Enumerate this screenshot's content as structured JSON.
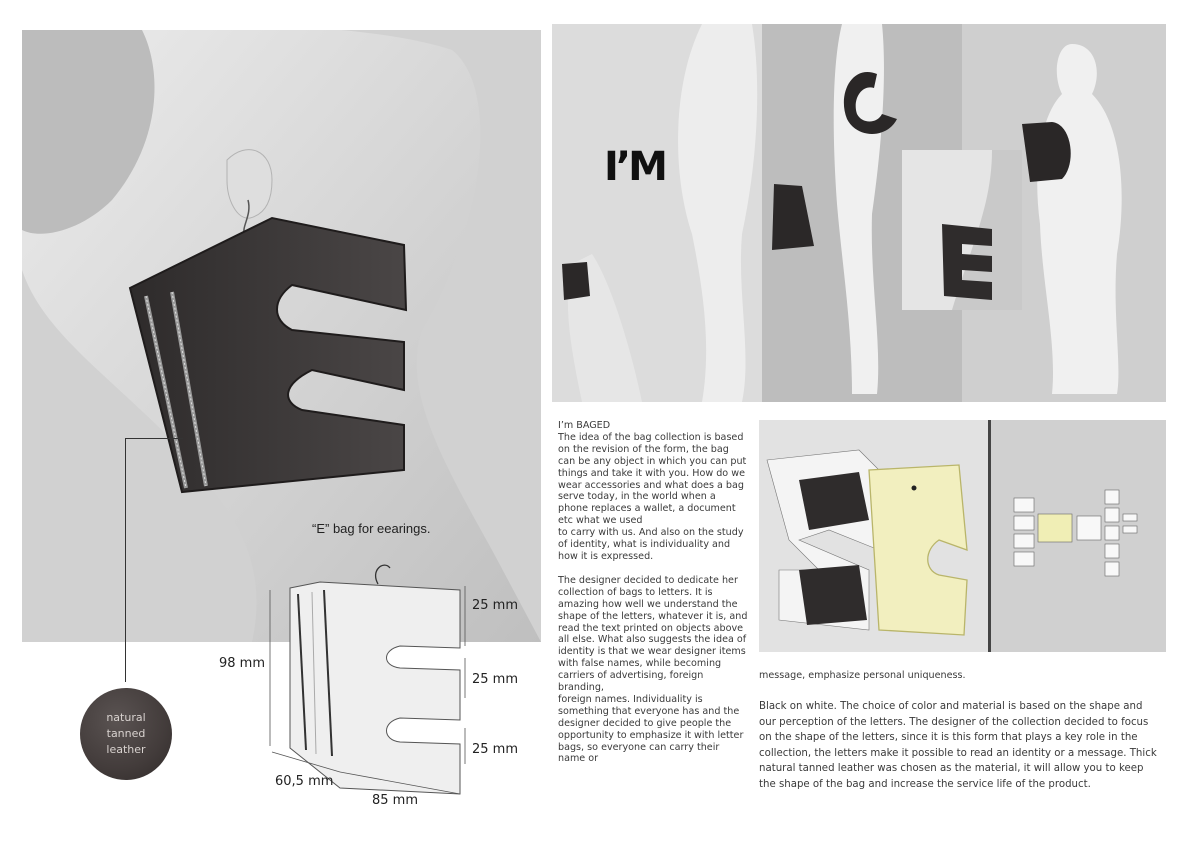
{
  "left": {
    "caption": "“E” bag for eearings.",
    "swatch_lines": [
      "natural",
      "tanned",
      "leather"
    ],
    "dimensions": {
      "height_total": "98 mm",
      "segment_top": "25 mm",
      "segment_middle": "25 mm",
      "segment_bottom": "25 mm",
      "depth": "60,5 mm",
      "width": "85 mm"
    }
  },
  "collage": {
    "overlay_text": "I’M"
  },
  "text": {
    "title": "I’m BAGED",
    "paragraph1": "The idea of the bag collection is based on the revision of the form, the bag can be any object in which you can put things and take it with you. How do we wear accessories and what does a bag serve today, in the world when a phone replaces a wallet, a document etc what we used",
    "paragraph1b": "to carry with us. And also on the study of identity, what is individuality and how it is expressed.",
    "paragraph2": "The designer decided to dedicate her collection of bags to letters. It is amazing how well we understand the shape of the letters, whatever it is, and read the text printed on objects above all else. What also suggests the idea of identity is that we wear designer items with false names, while becoming carriers of advertising, foreign branding,",
    "paragraph2b": "foreign names. Individuality is something that everyone has and the designer decided to give people the opportunity to emphasize it with letter bags, so everyone can carry their name or",
    "continuation": "message, emphasize personal uniqueness.",
    "paragraph3": "Black on white. The choice of color and material is based on the shape and our perception of the letters. The designer of the collection decided to focus on the shape of the letters, since it is this form that plays a key role in the collection, the letters make it possible to read an identity or a message. Thick natural tanned leather was chosen as the material, it will allow you to keep the shape of the bag and increase the service life of the product."
  },
  "colors": {
    "leather": "#3b3737",
    "mannequin": "#e9e9e9",
    "highlight_panel": "#f2efbf"
  }
}
